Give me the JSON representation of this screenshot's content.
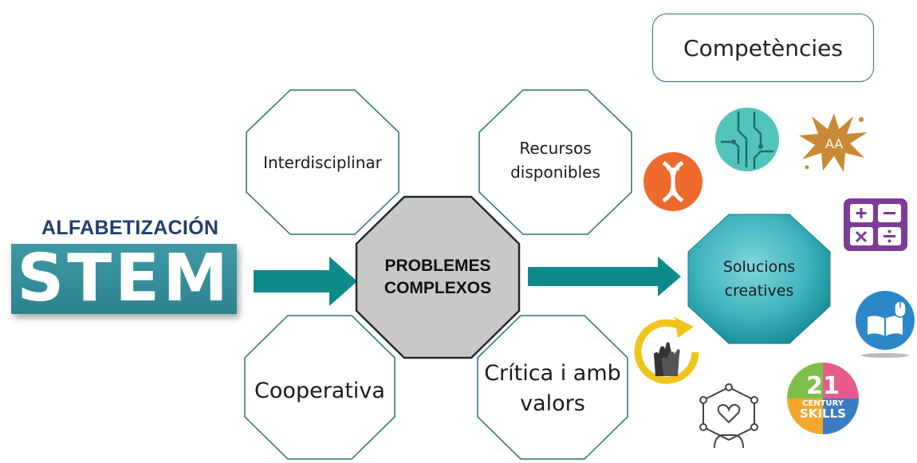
{
  "alfabetizacion": "ALFABETIZACIÓN",
  "stem": "STEM",
  "center": {
    "line1": "PROBLEMES",
    "line2": "COMPLEXOS"
  },
  "octagons": {
    "interdisciplinar": "Interdisciplinar",
    "recursos_line1": "Recursos",
    "recursos_line2": "disponibles",
    "cooperativa": "Cooperativa",
    "critica_line1": "Crítica i amb",
    "critica_line2": "valors"
  },
  "solucions": {
    "line1": "Solucions",
    "line2": "creatives"
  },
  "competencies": "Competències",
  "icon_text": {
    "skills_number": "21",
    "skills_word1": "CENTURY",
    "skills_word2": "SKILLS"
  },
  "colors": {
    "teal": "#0e8a8a",
    "center_fill": "#c8c8c8",
    "octagon_stroke": "#2b6f7a"
  },
  "icons": [
    "dna-icon",
    "circuit-icon",
    "splash-icon",
    "calculator-icon",
    "book-mouse-icon",
    "recycle-hands-icon",
    "network-heart-icon",
    "century-skills-icon"
  ]
}
